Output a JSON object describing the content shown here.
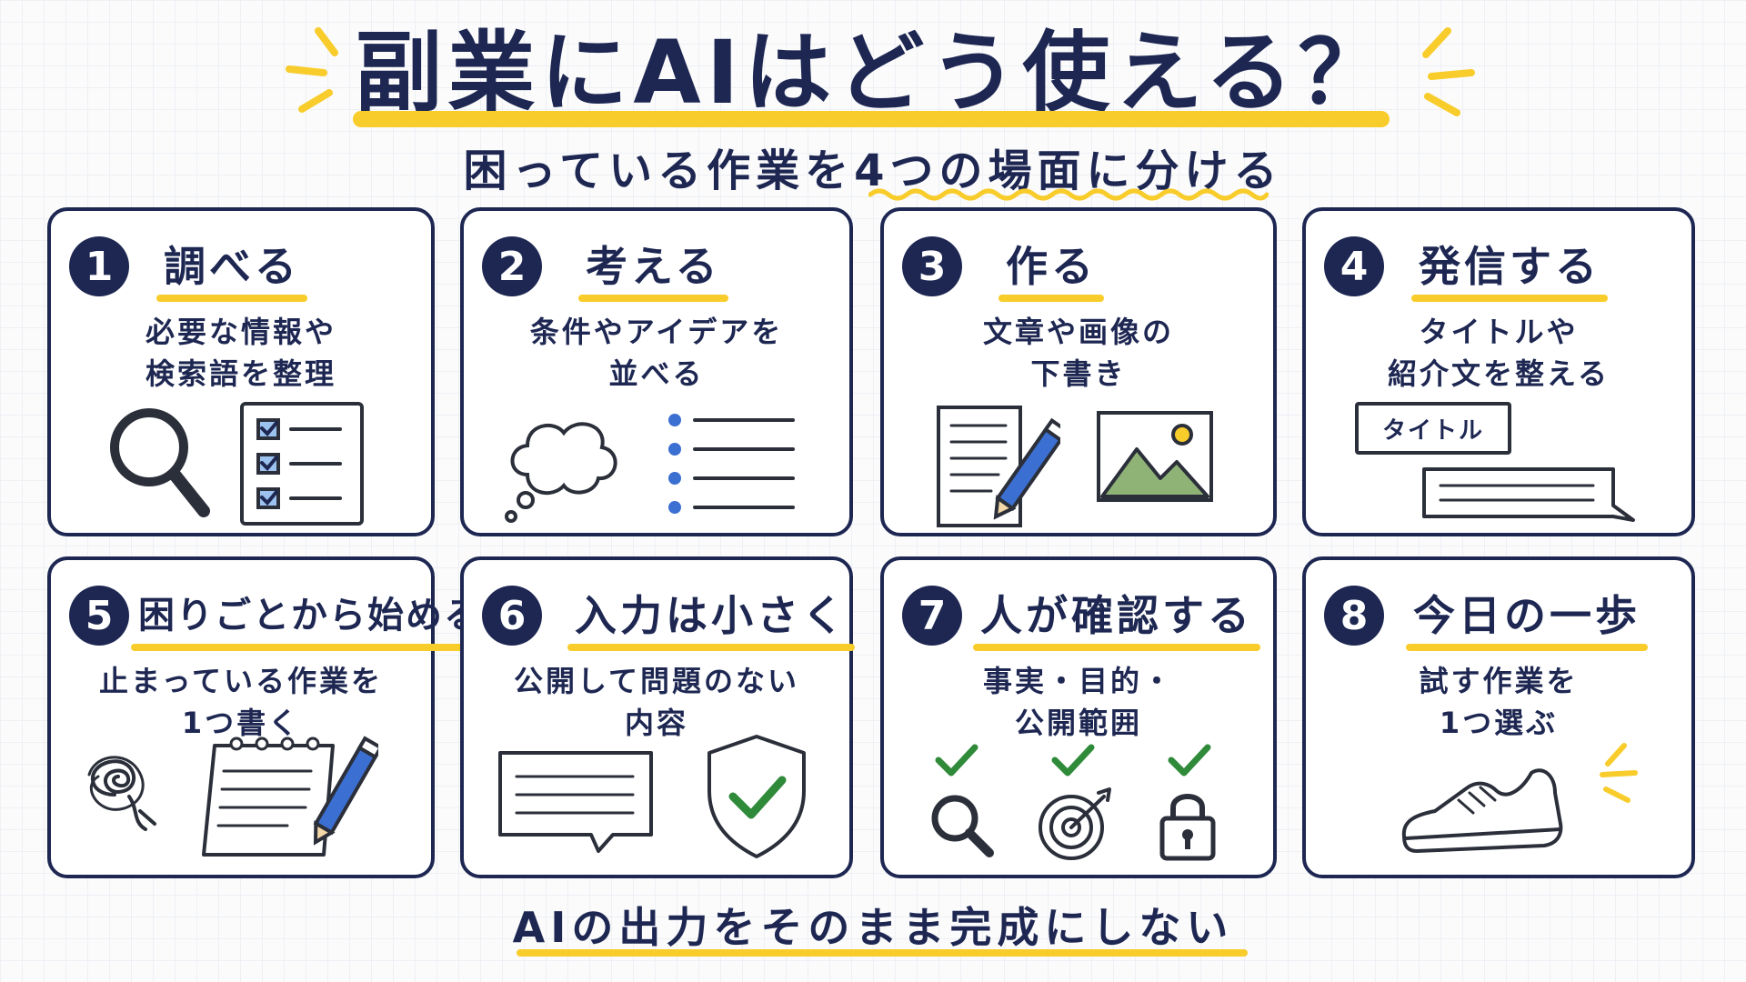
{
  "title": "副業にAIはどう使える？",
  "subtitle": "困っている作業を4つの場面に分ける",
  "cards": [
    {
      "num": "1",
      "title": "調べる",
      "lines": [
        "必要な情報や",
        "検索語を整理"
      ]
    },
    {
      "num": "2",
      "title": "考える",
      "lines": [
        "条件やアイデアを",
        "並べる"
      ]
    },
    {
      "num": "3",
      "title": "作る",
      "lines": [
        "文章や画像の",
        "下書き"
      ]
    },
    {
      "num": "4",
      "title": "発信する",
      "lines": [
        "タイトルや",
        "紹介文を整える"
      ],
      "tag": "タイトル"
    },
    {
      "num": "5",
      "title": "困りごとから始める",
      "lines": [
        "止まっている作業を",
        "1つ書く"
      ]
    },
    {
      "num": "6",
      "title": "入力は小さく",
      "lines": [
        "公開して問題のない",
        "内容"
      ]
    },
    {
      "num": "7",
      "title": "人が確認する",
      "lines": [
        "事実・目的・",
        "公開範囲"
      ]
    },
    {
      "num": "8",
      "title": "今日の一歩",
      "lines": [
        "試す作業を",
        "1つ選ぶ"
      ]
    }
  ],
  "footer": "AIの出力をそのまま完成にしない",
  "colors": {
    "navy": "#1d2752",
    "yellow": "#f8cc2a",
    "blue": "#3b6fd1",
    "green": "#2f8a3a"
  }
}
